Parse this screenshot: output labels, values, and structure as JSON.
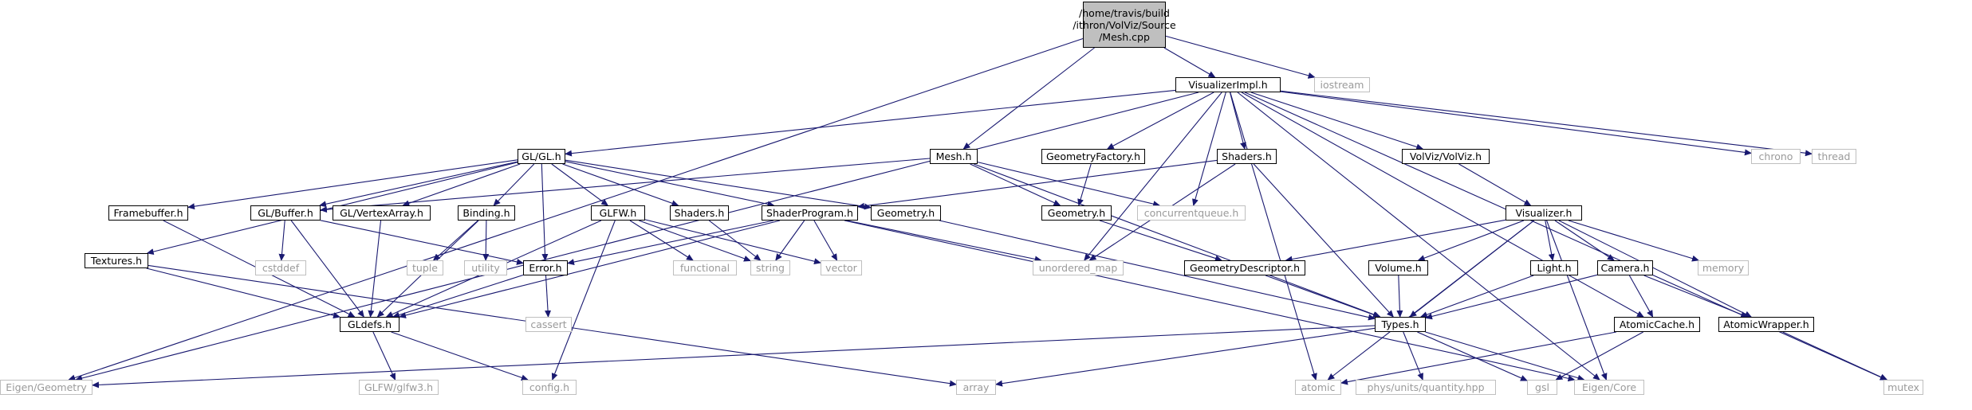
{
  "nodes": [
    {
      "id": "root",
      "label": "/home/travis/build\n/ithron/VolViz/Source\n/Mesh.cpp",
      "kind": "root"
    },
    {
      "id": "vimpl",
      "label": "VisualizerImpl.h",
      "kind": "file"
    },
    {
      "id": "iostream",
      "label": "iostream",
      "kind": "external"
    },
    {
      "id": "glgl",
      "label": "GL/GL.h",
      "kind": "file"
    },
    {
      "id": "meshh",
      "label": "Mesh.h",
      "kind": "file"
    },
    {
      "id": "geomfactory",
      "label": "GeometryFactory.h",
      "kind": "file"
    },
    {
      "id": "shaders1",
      "label": "Shaders.h",
      "kind": "file"
    },
    {
      "id": "volviz",
      "label": "VolViz/VolViz.h",
      "kind": "file"
    },
    {
      "id": "chrono",
      "label": "chrono",
      "kind": "external"
    },
    {
      "id": "thread",
      "label": "thread",
      "kind": "external"
    },
    {
      "id": "framebuffer",
      "label": "Framebuffer.h",
      "kind": "file"
    },
    {
      "id": "glbuffer",
      "label": "GL/Buffer.h",
      "kind": "file"
    },
    {
      "id": "glva",
      "label": "GL/VertexArray.h",
      "kind": "file"
    },
    {
      "id": "binding",
      "label": "Binding.h",
      "kind": "file"
    },
    {
      "id": "glfw",
      "label": "GLFW.h",
      "kind": "file"
    },
    {
      "id": "shaders2",
      "label": "Shaders.h",
      "kind": "file"
    },
    {
      "id": "shaderprog",
      "label": "ShaderProgram.h",
      "kind": "file"
    },
    {
      "id": "geometry1",
      "label": "Geometry.h",
      "kind": "file"
    },
    {
      "id": "geometry2",
      "label": "Geometry.h",
      "kind": "file"
    },
    {
      "id": "concurrentqueue",
      "label": "concurrentqueue.h",
      "kind": "external"
    },
    {
      "id": "visualizer",
      "label": "Visualizer.h",
      "kind": "file"
    },
    {
      "id": "textures",
      "label": "Textures.h",
      "kind": "file"
    },
    {
      "id": "cstddef",
      "label": "cstddef",
      "kind": "external"
    },
    {
      "id": "tuple",
      "label": "tuple",
      "kind": "external"
    },
    {
      "id": "utility",
      "label": "utility",
      "kind": "external"
    },
    {
      "id": "errorh",
      "label": "Error.h",
      "kind": "file"
    },
    {
      "id": "functional",
      "label": "functional",
      "kind": "external"
    },
    {
      "id": "string",
      "label": "string",
      "kind": "external"
    },
    {
      "id": "vector",
      "label": "vector",
      "kind": "external"
    },
    {
      "id": "unordered_map",
      "label": "unordered_map",
      "kind": "external"
    },
    {
      "id": "geomdesc",
      "label": "GeometryDescriptor.h",
      "kind": "file"
    },
    {
      "id": "volumeh",
      "label": "Volume.h",
      "kind": "file"
    },
    {
      "id": "lighth",
      "label": "Light.h",
      "kind": "file"
    },
    {
      "id": "camerah",
      "label": "Camera.h",
      "kind": "file"
    },
    {
      "id": "memory",
      "label": "memory",
      "kind": "external"
    },
    {
      "id": "gldefs",
      "label": "GLdefs.h",
      "kind": "file"
    },
    {
      "id": "cassert",
      "label": "cassert",
      "kind": "external"
    },
    {
      "id": "typesh",
      "label": "Types.h",
      "kind": "file"
    },
    {
      "id": "atomiccache",
      "label": "AtomicCache.h",
      "kind": "file"
    },
    {
      "id": "atomicwrapper",
      "label": "AtomicWrapper.h",
      "kind": "file"
    },
    {
      "id": "eigengeom",
      "label": "Eigen/Geometry",
      "kind": "external"
    },
    {
      "id": "glfw3",
      "label": "GLFW/glfw3.h",
      "kind": "external"
    },
    {
      "id": "config",
      "label": "config.h",
      "kind": "external"
    },
    {
      "id": "array",
      "label": "array",
      "kind": "external"
    },
    {
      "id": "atomic",
      "label": "atomic",
      "kind": "external"
    },
    {
      "id": "quantity",
      "label": "phys/units/quantity.hpp",
      "kind": "external"
    },
    {
      "id": "gsl",
      "label": "gsl",
      "kind": "external"
    },
    {
      "id": "eigencore",
      "label": "Eigen/Core",
      "kind": "external"
    },
    {
      "id": "mutex",
      "label": "mutex",
      "kind": "external"
    }
  ],
  "edges": [
    [
      "root",
      "vimpl"
    ],
    [
      "root",
      "iostream"
    ],
    [
      "root",
      "meshh"
    ],
    [
      "root",
      "eigengeom"
    ],
    [
      "vimpl",
      "glgl"
    ],
    [
      "vimpl",
      "geomfactory"
    ],
    [
      "vimpl",
      "shaders1"
    ],
    [
      "vimpl",
      "volviz"
    ],
    [
      "vimpl",
      "chrono"
    ],
    [
      "vimpl",
      "thread"
    ],
    [
      "vimpl",
      "concurrentqueue"
    ],
    [
      "vimpl",
      "unordered_map"
    ],
    [
      "vimpl",
      "atomic"
    ],
    [
      "vimpl",
      "eigencore"
    ],
    [
      "vimpl",
      "mutex"
    ],
    [
      "vimpl",
      "atomiccache"
    ],
    [
      "vimpl",
      "eigengeom"
    ],
    [
      "meshh",
      "glbuffer"
    ],
    [
      "meshh",
      "geometry2"
    ],
    [
      "meshh",
      "concurrentqueue"
    ],
    [
      "meshh",
      "typesh"
    ],
    [
      "geomfactory",
      "geometry2"
    ],
    [
      "shaders1",
      "shaderprog"
    ],
    [
      "shaders1",
      "unordered_map"
    ],
    [
      "shaders1",
      "typesh"
    ],
    [
      "volviz",
      "visualizer"
    ],
    [
      "glgl",
      "framebuffer"
    ],
    [
      "glgl",
      "glbuffer"
    ],
    [
      "glgl",
      "glva"
    ],
    [
      "glgl",
      "binding"
    ],
    [
      "glgl",
      "glfw"
    ],
    [
      "glgl",
      "shaders2"
    ],
    [
      "glgl",
      "shaderprog"
    ],
    [
      "glgl",
      "geometry1"
    ],
    [
      "glgl",
      "textures"
    ],
    [
      "glgl",
      "errorh"
    ],
    [
      "framebuffer",
      "gldefs"
    ],
    [
      "glbuffer",
      "cstddef"
    ],
    [
      "glbuffer",
      "errorh"
    ],
    [
      "glbuffer",
      "gldefs"
    ],
    [
      "glva",
      "gldefs"
    ],
    [
      "binding",
      "tuple"
    ],
    [
      "binding",
      "utility"
    ],
    [
      "binding",
      "gldefs"
    ],
    [
      "glfw",
      "functional"
    ],
    [
      "glfw",
      "string"
    ],
    [
      "glfw",
      "vector"
    ],
    [
      "glfw",
      "gldefs"
    ],
    [
      "glfw",
      "config"
    ],
    [
      "shaders2",
      "string"
    ],
    [
      "shaderprog",
      "errorh"
    ],
    [
      "shaderprog",
      "string"
    ],
    [
      "shaderprog",
      "vector"
    ],
    [
      "shaderprog",
      "unordered_map"
    ],
    [
      "shaderprog",
      "gldefs"
    ],
    [
      "shaderprog",
      "eigencore"
    ],
    [
      "geometry1",
      "typesh"
    ],
    [
      "geometry2",
      "geomdesc"
    ],
    [
      "textures",
      "gldefs"
    ],
    [
      "textures",
      "array"
    ],
    [
      "errorh",
      "gldefs"
    ],
    [
      "errorh",
      "cassert"
    ],
    [
      "gldefs",
      "glfw3"
    ],
    [
      "gldefs",
      "config"
    ],
    [
      "visualizer",
      "geomdesc"
    ],
    [
      "visualizer",
      "volumeh"
    ],
    [
      "visualizer",
      "lighth"
    ],
    [
      "visualizer",
      "camerah"
    ],
    [
      "visualizer",
      "memory"
    ],
    [
      "visualizer",
      "typesh"
    ],
    [
      "visualizer",
      "atomic"
    ],
    [
      "visualizer",
      "eigencore"
    ],
    [
      "visualizer",
      "atomicwrapper"
    ],
    [
      "geomdesc",
      "typesh"
    ],
    [
      "volumeh",
      "typesh"
    ],
    [
      "lighth",
      "typesh"
    ],
    [
      "camerah",
      "typesh"
    ],
    [
      "camerah",
      "atomiccache"
    ],
    [
      "camerah",
      "atomicwrapper"
    ],
    [
      "atomiccache",
      "atomic"
    ],
    [
      "atomiccache",
      "gsl"
    ],
    [
      "atomicwrapper",
      "mutex"
    ],
    [
      "typesh",
      "eigengeom"
    ],
    [
      "typesh",
      "array"
    ],
    [
      "typesh",
      "quantity"
    ],
    [
      "typesh",
      "gsl"
    ],
    [
      "typesh",
      "eigencore"
    ]
  ],
  "colors": {
    "edge": "#191970",
    "root_fill": "#bfbfbf",
    "node_border": "#000000",
    "external_border": "#bfbfbf",
    "external_text": "#9a9a9a"
  }
}
